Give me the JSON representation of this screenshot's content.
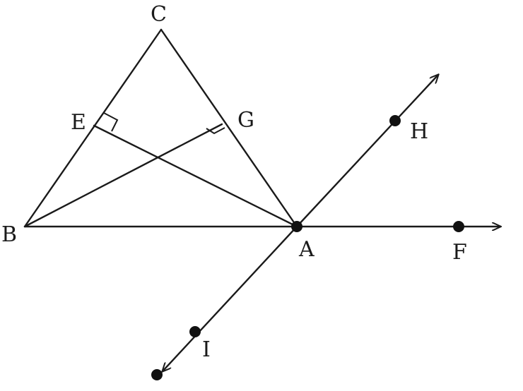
{
  "diagram": {
    "labels": {
      "A": "A",
      "B": "B",
      "C": "C",
      "E": "E",
      "F": "F",
      "G": "G",
      "H": "H",
      "I": "I"
    },
    "ink_color": "#1a1a1a",
    "background_color": "#ffffff"
  }
}
